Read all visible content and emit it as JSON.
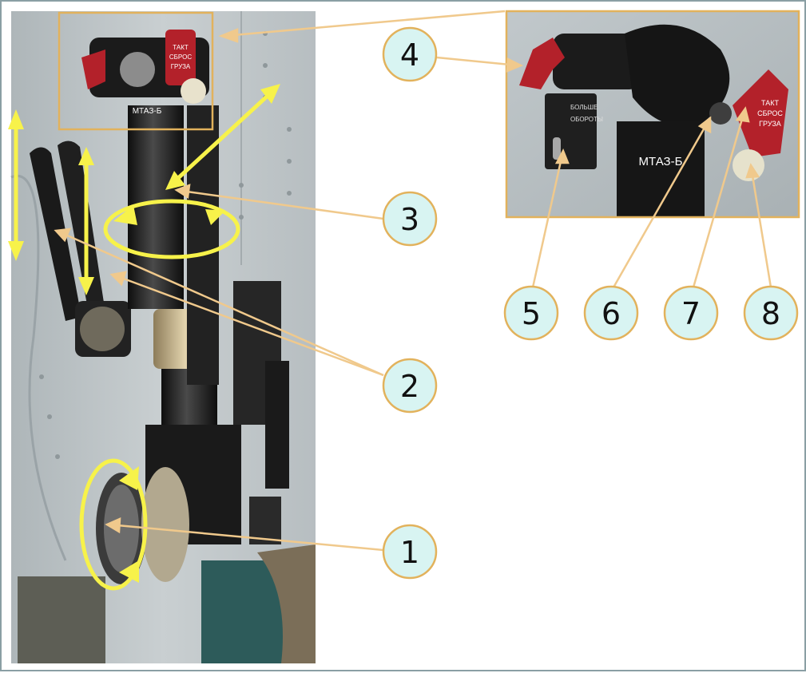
{
  "colors": {
    "frame": "#8a9fa4",
    "callout_fill": "#d8f4f2",
    "callout_stroke": "#e2b25c",
    "leader": "#f0c98c",
    "arrow": "#f7f24a",
    "panel_bg": "#bcc3c6",
    "metal_dark": "#1b1b1b",
    "red_lever": "#b3212a",
    "brass": "#c8b58f"
  },
  "callouts": [
    "1",
    "2",
    "3",
    "4",
    "5",
    "6",
    "7",
    "8"
  ],
  "photo_labels": {
    "main_lever_text": [
      "ТАКТ",
      "СБРОС",
      "ГРУЗА"
    ],
    "inset_lever_text": [
      "ТАКТ",
      "СБРОС",
      "ГРУЗА"
    ],
    "switch_plate_text": [
      "БОЛЬШЕ",
      "ОБОРОТЫ"
    ],
    "stencil_main": "МТАЗ-Б",
    "stencil_inset": "МТАЗ-Б"
  },
  "icons": {
    "arrow": "double-headed-arrow",
    "rotation": "rotation-ellipse"
  }
}
